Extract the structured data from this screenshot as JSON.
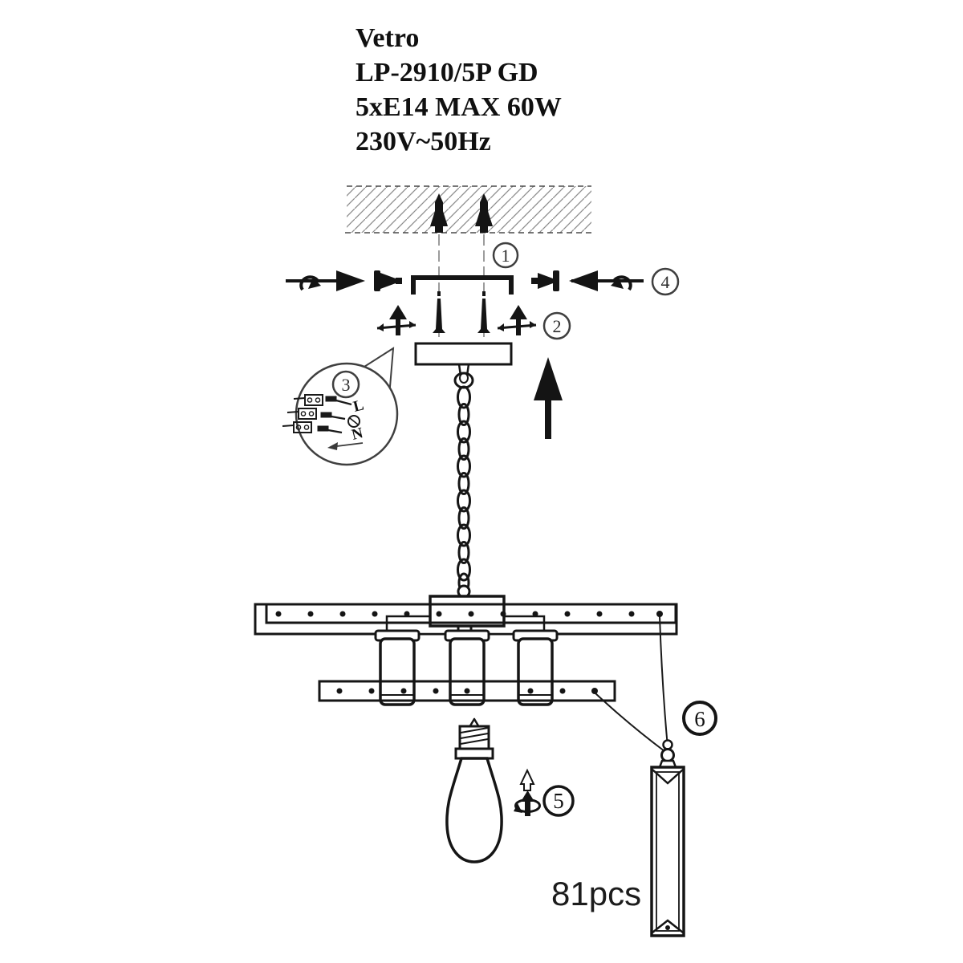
{
  "product_label": {
    "brand": "Vetro",
    "model": "LP-2910/5P GD",
    "bulbs": "5xE14 MAX 60W",
    "voltage": "230V~50Hz"
  },
  "callouts": {
    "bracket": "1",
    "screws": "2",
    "wiring": "3",
    "fasten": "4",
    "bulb": "5",
    "crystal": "6"
  },
  "wiring_detail": {
    "live": "L",
    "neutral": "N"
  },
  "crystals": {
    "count": "81pcs"
  },
  "icons": {
    "ceiling-hatch": "diagonal-hatch-block",
    "wall-anchor-icon": "upward-plug-arrow",
    "screw-icon": "side-view-screw",
    "rotate-arrow-icon": "curl-over-line",
    "screw-in-icon": "up-arrow-with-rotation",
    "ground-icon": "screw-terminal-circle",
    "direction-up-icon": "solid-up-arrow"
  },
  "colors": {
    "ink": "#161616",
    "hatch_gray": "#8d8d8d",
    "callout_ring": "#3f3f3f",
    "text_black": "#101010"
  }
}
